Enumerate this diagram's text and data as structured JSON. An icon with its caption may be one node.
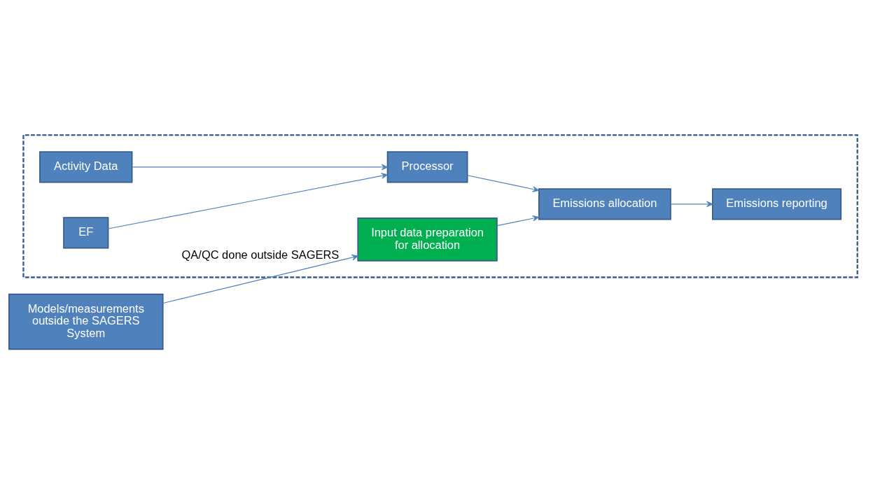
{
  "diagram": {
    "nodes": [
      {
        "text": [],
        "shape": "box"
      },
      {
        "text": [
          "Activity Data"
        ],
        "in": 0
      },
      {
        "text": [
          "Processor"
        ],
        "in": 0
      },
      {
        "text": [
          "Emissions allocation"
        ],
        "in": 0
      },
      {
        "text": [
          "Emissions reporting"
        ],
        "in": 0
      },
      {
        "text": [
          "EF"
        ],
        "in": 0
      },
      {
        "text": [
          "Input data preparation for allocation"
        ],
        "in": 0
      },
      {
        "text": [
          "Models/measurements outside the SAGERS System"
        ]
      }
    ],
    "edges": [
      {
        "from": 1,
        "to": 2,
        "arrow": "to"
      },
      {
        "from": 5,
        "to": 2,
        "arrow": "to"
      },
      {
        "from": 2,
        "to": 3,
        "arrow": "to"
      },
      {
        "from": 3,
        "to": 4,
        "arrow": "to"
      },
      {
        "from": 6,
        "to": 3,
        "arrow": "to"
      },
      {
        "from": 7,
        "to": 6,
        "arrow": "to",
        "label": "QA/QC done outside SAGERS"
      }
    ]
  }
}
